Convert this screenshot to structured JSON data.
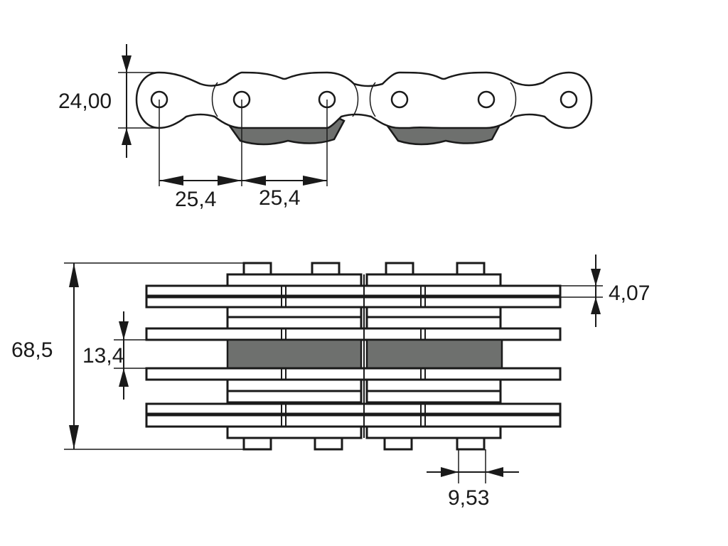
{
  "dimensions": {
    "plate_height": "24,00",
    "pitch_left": "25,4",
    "pitch_right": "25,4",
    "overall_width": "68,5",
    "inner_width": "13,4",
    "plate_thickness": "4,07",
    "pin_diameter": "9,53"
  },
  "colors": {
    "outline": "#1a1a1a",
    "roller_fill": "#6e706e",
    "background": "#ffffff"
  }
}
